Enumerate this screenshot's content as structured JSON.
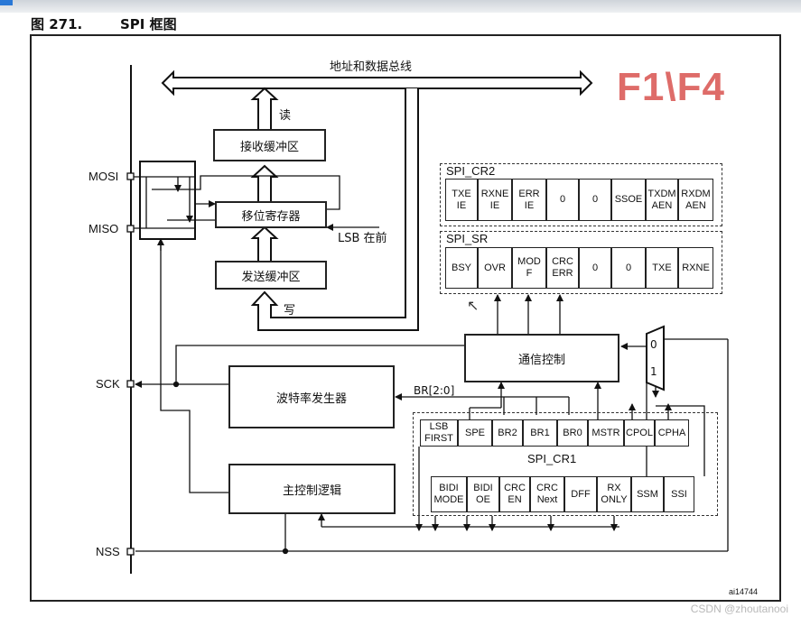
{
  "figure_title": "图 271.        SPI 框图",
  "bus_label": "地址和数据总线",
  "watermark": "F1\\F4",
  "blocks": {
    "rx_buffer": "接收缓冲区",
    "shift_register": "移位寄存器",
    "tx_buffer": "发送缓冲区",
    "comm_control": "通信控制",
    "baud_generator": "波特率发生器",
    "master_control": "主控制逻辑"
  },
  "annotations": {
    "read": "读",
    "write": "写",
    "lsb_first": "LSB 在前",
    "br_bus": "BR[2:0]",
    "mux_0": "0",
    "mux_1": "1",
    "figure_code": "ai14744"
  },
  "pins": [
    "MOSI",
    "MISO",
    "SCK",
    "NSS"
  ],
  "registers": {
    "cr2": {
      "name": "SPI_CR2",
      "bits": [
        "TXE\nIE",
        "RXNE\nIE",
        "ERR\nIE",
        "0",
        "0",
        "SSOE",
        "TXDM\nAEN",
        "RXDM\nAEN"
      ]
    },
    "sr": {
      "name": "SPI_SR",
      "bits": [
        "BSY",
        "OVR",
        "MOD\nF",
        "CRC\nERR",
        "0",
        "0",
        "TXE",
        "RXNE"
      ]
    },
    "cr1": {
      "name": "SPI_CR1",
      "row1": [
        "LSB\nFIRST",
        "SPE",
        "BR2",
        "BR1",
        "BR0",
        "MSTR",
        "CPOL",
        "CPHA"
      ],
      "row2": [
        "BIDI\nMODE",
        "BIDI\nOE",
        "CRC\nEN",
        "CRC\nNext",
        "DFF",
        "RX\nONLY",
        "SSM",
        "SSI"
      ]
    }
  },
  "credit": "CSDN @zhoutanooi"
}
